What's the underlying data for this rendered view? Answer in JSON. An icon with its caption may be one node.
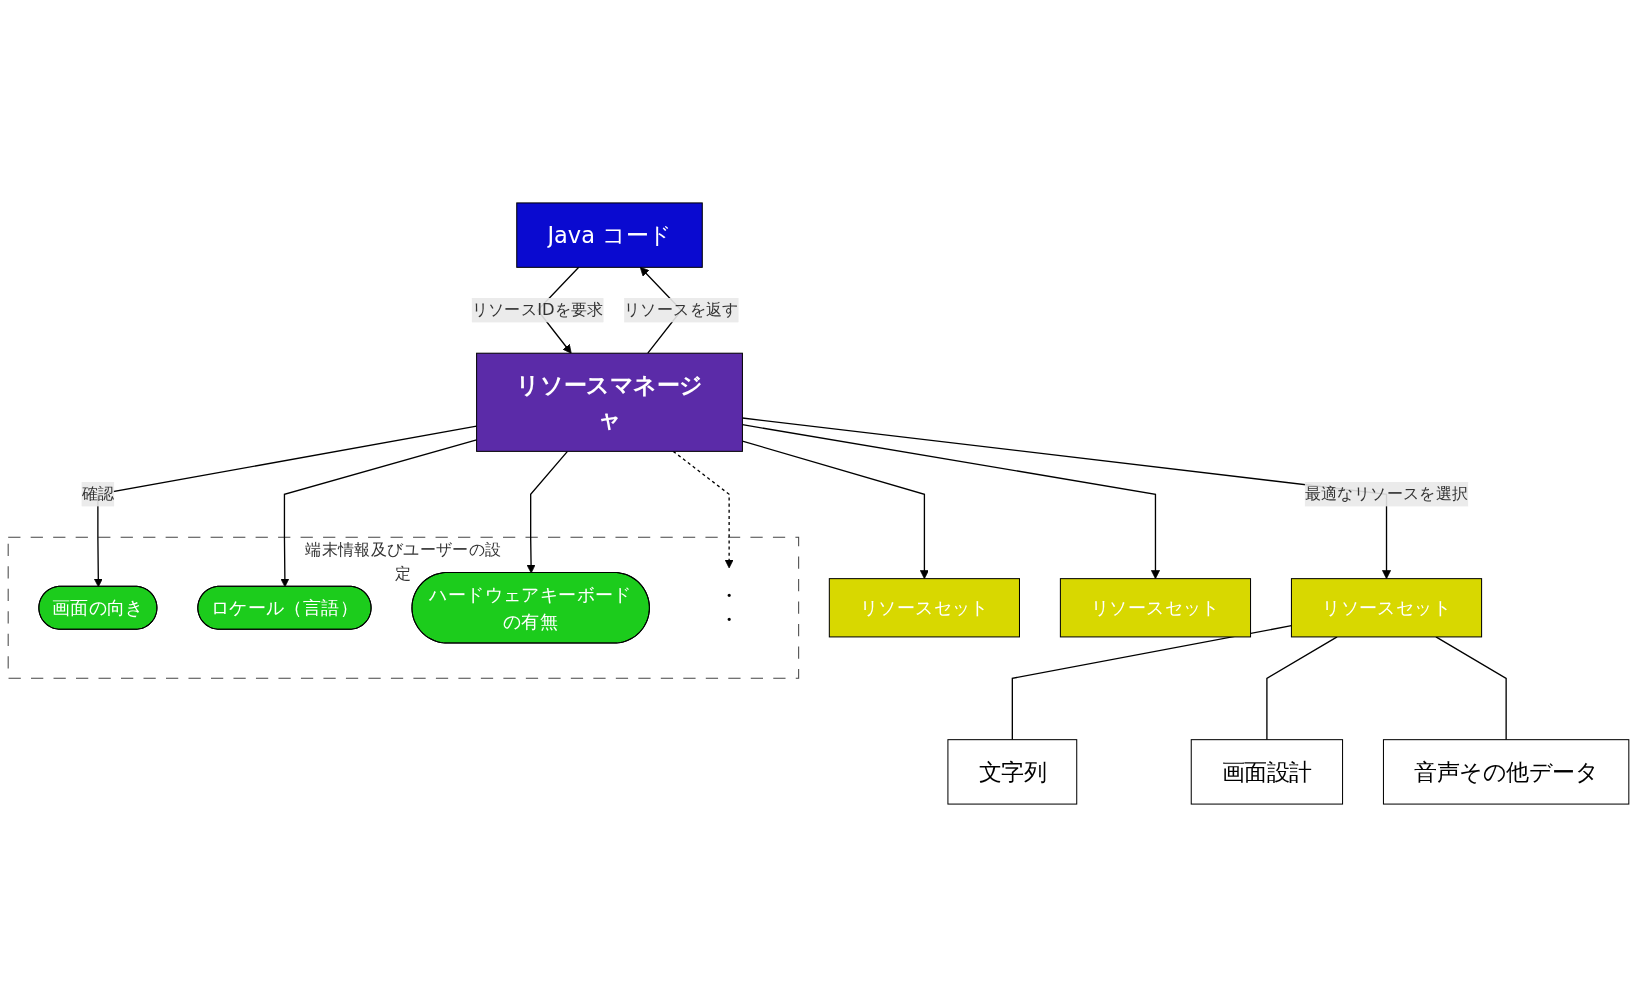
{
  "diagram": {
    "nodes": [
      {
        "text": [
          "Java コード"
        ]
      },
      {
        "text": [
          "リソースマネージャ"
        ]
      },
      {
        "text": [
          "端末情報及びユーザーの設定"
        ]
      },
      {
        "text": [
          "画面の向き"
        ],
        "in": 2
      },
      {
        "text": [
          "ロケール（言語）"
        ],
        "in": 2
      },
      {
        "text": [
          "ハードウェアキーボードの有無"
        ],
        "in": 2
      },
      {
        "text": [
          "・",
          "・"
        ],
        "in": 2
      },
      {
        "text": [
          "リソースセット"
        ]
      },
      {
        "text": [
          "リソースセット"
        ]
      },
      {
        "text": [
          "リソースセット"
        ]
      },
      {
        "text": [
          "文字列"
        ]
      },
      {
        "text": [
          "画面設計"
        ]
      },
      {
        "text": [
          "音声その他データ"
        ]
      }
    ],
    "edges": [
      {
        "from": 0,
        "to": 1,
        "arrow": "to",
        "label": "リソースIDを要求"
      },
      {
        "from": 1,
        "to": 0,
        "arrow": "to",
        "label": "リソースを返す"
      },
      {
        "from": 1,
        "to": 3,
        "arrow": "to",
        "label": "確認"
      },
      {
        "from": 1,
        "to": 4,
        "arrow": "to"
      },
      {
        "from": 1,
        "to": 5,
        "arrow": "to"
      },
      {
        "from": 1,
        "to": 6,
        "arrow": "to",
        "style": "dashed"
      },
      {
        "from": 1,
        "to": 7,
        "arrow": "to",
        "label": "最適なリソースを選択"
      },
      {
        "from": 1,
        "to": 8,
        "arrow": "to"
      },
      {
        "from": 1,
        "to": 9,
        "arrow": "to"
      },
      {
        "from": 7,
        "to": 10,
        "arrow": "none"
      },
      {
        "from": 7,
        "to": 11,
        "arrow": "none"
      },
      {
        "from": 7,
        "to": 12,
        "arrow": "none"
      }
    ]
  }
}
